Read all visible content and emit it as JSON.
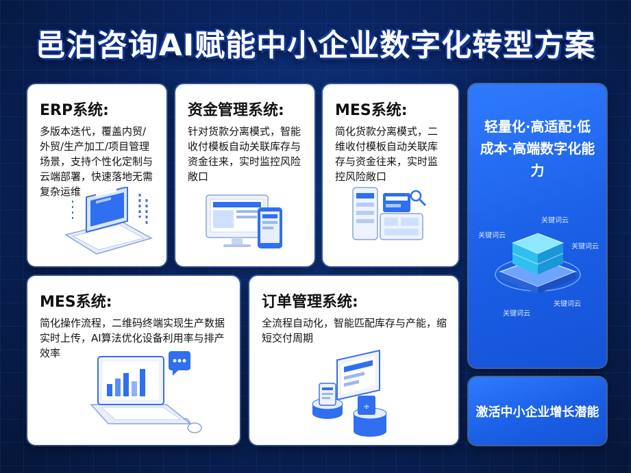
{
  "title": "邑泊咨询AI赋能中小企业数字化转型方案",
  "cards": [
    {
      "heading": "ERP系统:",
      "text": "多版本迭代，覆盖内贸/外贸/生产加工/项目管理场景，支持个性化定制与云端部署，快速落地无需复杂运维"
    },
    {
      "heading": "资金管理系统:",
      "text": "针对货款分离模式，智能收付模板自动关联库存与资金往来，实时监控风险敞口"
    },
    {
      "heading": "MES系统:",
      "text": "简化货款分离模式，二维收付模板自动关联库存与资金往来，实时监控风险敞口"
    },
    {
      "heading": "MES系统:",
      "text": "简化操作流程，二维码终端实现生产数据实时上传，AI算法优化设备利用率与排产效率"
    },
    {
      "heading": "订单管理系统:",
      "text": "全流程自动化，智能匹配库存与产能，缩短交付周期"
    }
  ],
  "side": {
    "slogan": "轻量化·高适配·低成本·高端数字化能力",
    "tags": [
      "关键词云",
      "关键词云",
      "关键词云",
      "关键词云",
      "关键词云"
    ],
    "bottom": "激活中小企业增长潜能"
  },
  "colors": {
    "accent": "#1a5fe6",
    "background": "#0a2460"
  }
}
